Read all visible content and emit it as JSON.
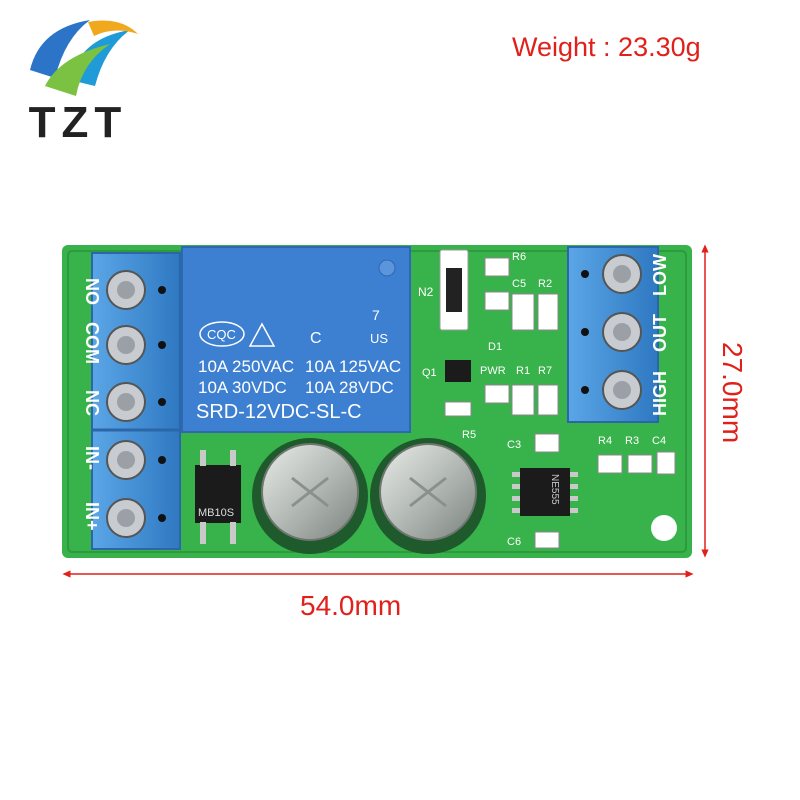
{
  "logo": {
    "text": "TZT"
  },
  "weight_label": "Weight : 23.30g",
  "dimensions": {
    "width": "54.0mm",
    "height": "27.0mm"
  },
  "terminals_left": [
    "NO",
    "COM",
    "NC",
    "IN-",
    "IN+"
  ],
  "terminals_right": {
    "low": "LOW",
    "out": "OUT",
    "high": "HIGH"
  },
  "relay": {
    "brand": "CQC",
    "line1a": "10A 250VAC",
    "line1b": "10A 125VAC",
    "line2a": "10A  30VDC",
    "line2b": "10A  28VDC",
    "model": "SRD-12VDC-SL-C",
    "cert": "C",
    "us": "US",
    "num": "7"
  },
  "components": {
    "rectifier": "MB10S",
    "diode": "N2",
    "d1": "D1",
    "q1": "Q1",
    "pwr": "PWR",
    "r1": "R1",
    "r2": "R2",
    "r3": "R3",
    "r4": "R4",
    "r5": "R5",
    "r6": "R6",
    "r7": "R7",
    "c3": "C3",
    "c4": "C4",
    "c5": "C5",
    "c6": "C6",
    "chip": "NE555"
  },
  "colors": {
    "pcb": "#38b24a",
    "terminal": "#3f8fd6",
    "relay": "#3d7fd0",
    "dimension": "#e0201a"
  }
}
